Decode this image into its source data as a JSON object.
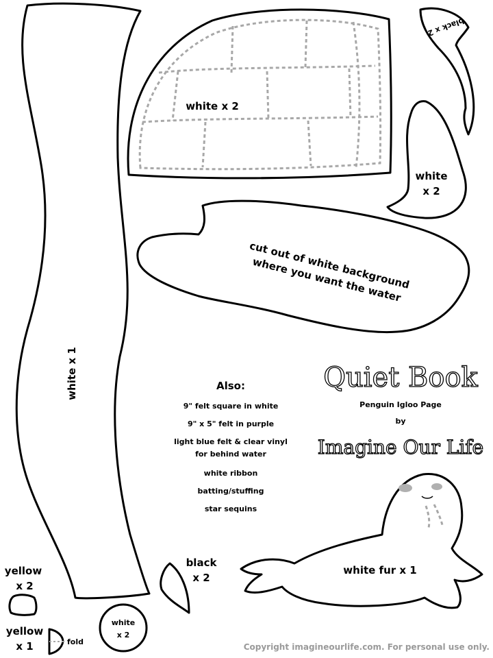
{
  "pieces": {
    "tall_body": {
      "label": "white x 1"
    },
    "igloo": {
      "label": "white x 2"
    },
    "black_flipper_top": {
      "label": "black x 2"
    },
    "white_flipper": {
      "line1": "white",
      "line2": "x 2"
    },
    "water": {
      "line1": "cut out of white background",
      "line2": "where you want the water"
    },
    "seal": {
      "label": "white fur x 1"
    },
    "black_flipper_small": {
      "line1": "black",
      "line2": "x 2"
    },
    "yellow_feet": {
      "line1": "yellow",
      "line2": "x 2"
    },
    "yellow_beak": {
      "line1": "yellow",
      "line2": "x 1",
      "fold": "fold"
    },
    "white_circle": {
      "line1": "white",
      "line2": "x 2"
    }
  },
  "also": {
    "heading": "Also:",
    "items": [
      "9\" felt square in white",
      "9\" x 5\" felt in purple",
      "light blue felt & clear vinyl",
      "for behind water",
      "white ribbon",
      "batting/stuffing",
      "star sequins"
    ]
  },
  "title": {
    "main": "Quiet Book",
    "subtitle": "Penguin Igloo Page",
    "by": "by",
    "author": "Imagine Our Life"
  },
  "copyright": "Copyright imagineourlife.com. For personal use only."
}
